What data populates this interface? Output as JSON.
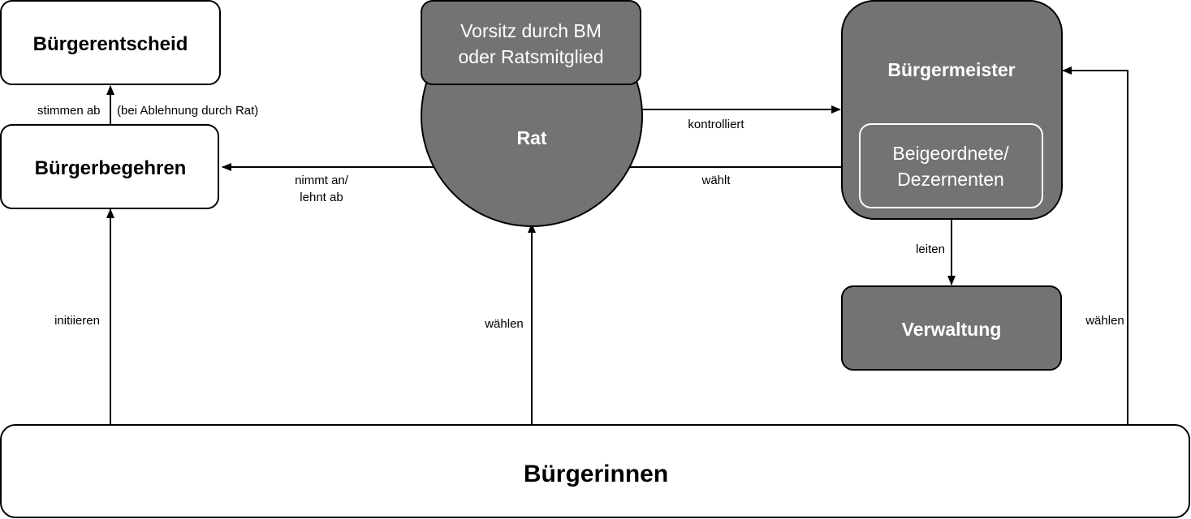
{
  "nodes": {
    "buergerentscheid": "Bürgerentscheid",
    "buergerbegehren": "Bürgerbegehren",
    "vorsitz_line1": "Vorsitz durch BM",
    "vorsitz_line2": "oder Ratsmitglied",
    "rat": "Rat",
    "buergermeister": "Bürgermeister",
    "beigeordnete_line1": "Beigeordnete/",
    "beigeordnete_line2": "Dezernenten",
    "verwaltung": "Verwaltung",
    "buergerinnen": "Bürgerinnen"
  },
  "edges": {
    "stimmen_ab": "stimmen ab",
    "bei_ablehnung": "(bei Ablehnung durch Rat)",
    "nimmt_an_line1": "nimmt an/",
    "nimmt_an_line2": "lehnt ab",
    "kontrolliert": "kontrolliert",
    "waehlt": "wählt",
    "leiten": "leiten",
    "initiieren": "initiieren",
    "waehlen_rat": "wählen",
    "waehlen_bm": "wählen"
  },
  "colors": {
    "dark_fill": "#737373",
    "light_fill": "#ffffff",
    "stroke": "#000000"
  }
}
